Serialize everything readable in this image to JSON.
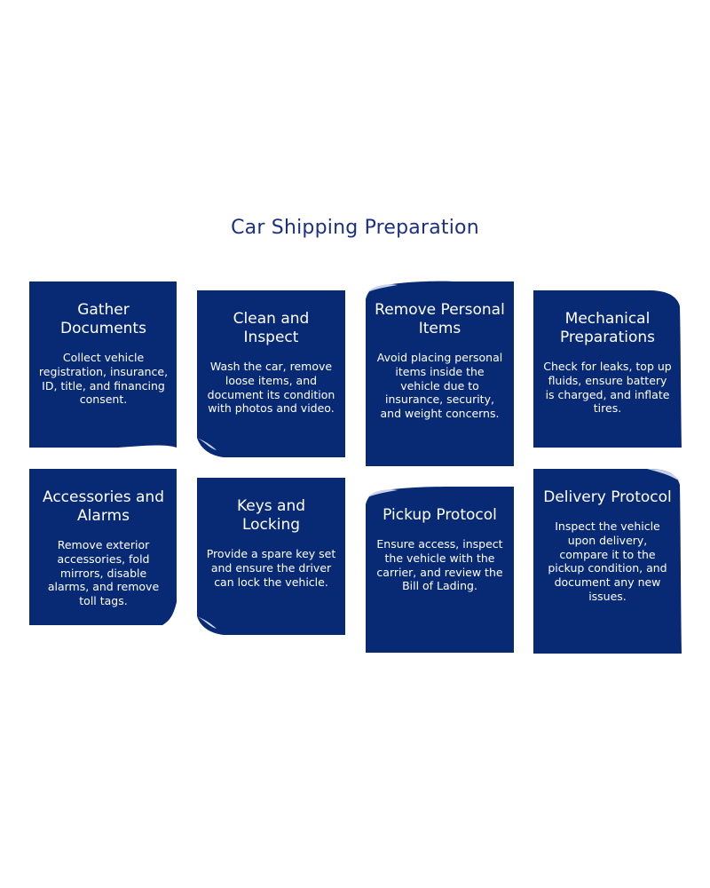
{
  "title": "Car Shipping Preparation",
  "colors": {
    "card": "#082a75",
    "title": "#1c2f86",
    "text": "#ffffff"
  },
  "cards": [
    {
      "heading": "Gather Documents",
      "body": "Collect vehicle registration, insurance, ID, title, and financing consent."
    },
    {
      "heading": "Clean and Inspect",
      "body": "Wash the car, remove loose items, and document its condition with photos and video."
    },
    {
      "heading": "Remove Personal Items",
      "body": "Avoid placing personal items inside the vehicle due to insurance, security, and weight concerns."
    },
    {
      "heading": "Mechanical Preparations",
      "body": "Check for leaks, top up fluids, ensure battery is charged, and inflate tires."
    },
    {
      "heading": "Accessories and Alarms",
      "body": "Remove exterior accessories, fold mirrors, disable alarms, and remove toll tags."
    },
    {
      "heading": "Keys and Locking",
      "body": "Provide a spare key set and ensure the driver can lock the vehicle."
    },
    {
      "heading": "Pickup Protocol",
      "body": "Ensure access, inspect the vehicle with the carrier, and review the Bill of Lading."
    },
    {
      "heading": "Delivery Protocol",
      "body": "Inspect the vehicle upon delivery, compare it to the pickup condition, and document any new issues."
    }
  ]
}
